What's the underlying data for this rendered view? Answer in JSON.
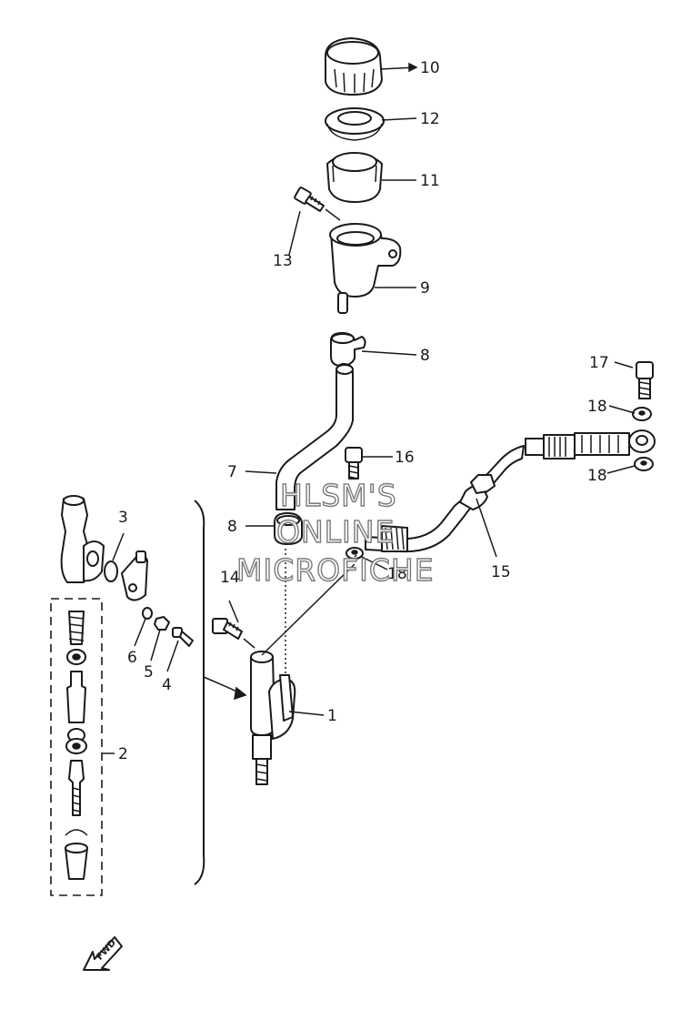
{
  "callouts": {
    "c1": "1",
    "c2": "2",
    "c3": "3",
    "c4": "4",
    "c5": "5",
    "c6": "6",
    "c7": "7",
    "c8a": "8",
    "c8b": "8",
    "c9": "9",
    "c10": "10",
    "c11": "11",
    "c12": "12",
    "c13": "13",
    "c14": "14",
    "c15": "15",
    "c16": "16",
    "c17": "17",
    "c18a": "18",
    "c18b": "18",
    "c18c": "18"
  },
  "watermark": {
    "line1": "HLSM'S",
    "line2": "ONLINE",
    "line3": "MICROFICHE"
  },
  "fwd_arrow": {
    "label": "FWD"
  }
}
